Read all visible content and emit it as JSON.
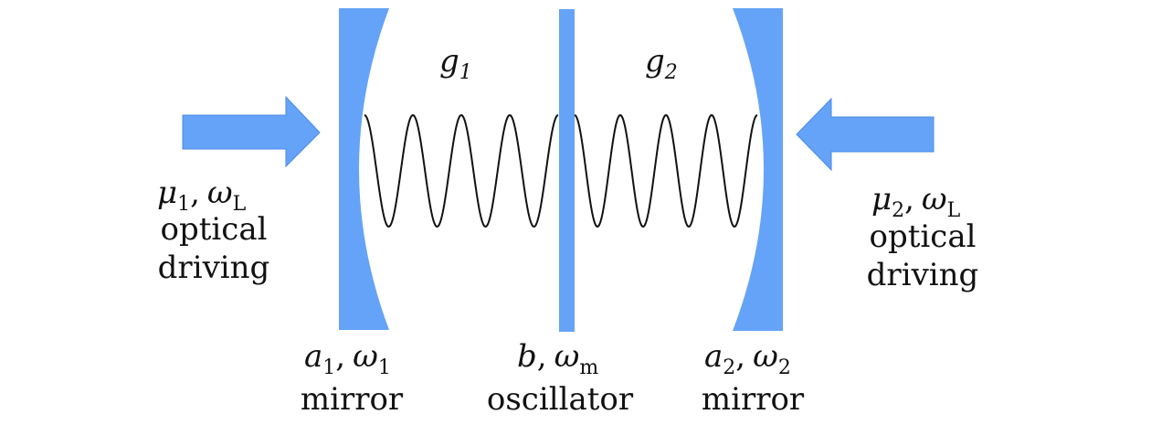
{
  "colors": {
    "component_fill": "#64a3f8",
    "wave_stroke": "#111111",
    "background": "#ffffff"
  },
  "couplings": {
    "left": {
      "symbol": "g",
      "index": "1"
    },
    "right": {
      "symbol": "g",
      "index": "2"
    }
  },
  "left_drive": {
    "amplitude": {
      "symbol": "μ",
      "index": "1"
    },
    "separator": ",",
    "frequency": {
      "symbol": "ω",
      "index": "L"
    },
    "line2": "optical",
    "line3": "driving"
  },
  "right_drive": {
    "amplitude": {
      "symbol": "μ",
      "index": "2"
    },
    "separator": ",",
    "frequency": {
      "symbol": "ω",
      "index": "L"
    },
    "line2": "optical",
    "line3": "driving"
  },
  "left_mirror": {
    "mode": {
      "symbol": "a",
      "index": "1"
    },
    "separator": ",",
    "frequency": {
      "symbol": "ω",
      "index": "1"
    },
    "name": "mirror"
  },
  "oscillator": {
    "mode": {
      "symbol": "b"
    },
    "separator": ",",
    "frequency": {
      "symbol": "ω",
      "index": "m"
    },
    "name": "oscillator"
  },
  "right_mirror": {
    "mode": {
      "symbol": "a",
      "index": "2"
    },
    "separator": ",",
    "frequency": {
      "symbol": "ω",
      "index": "2"
    },
    "name": "mirror"
  }
}
